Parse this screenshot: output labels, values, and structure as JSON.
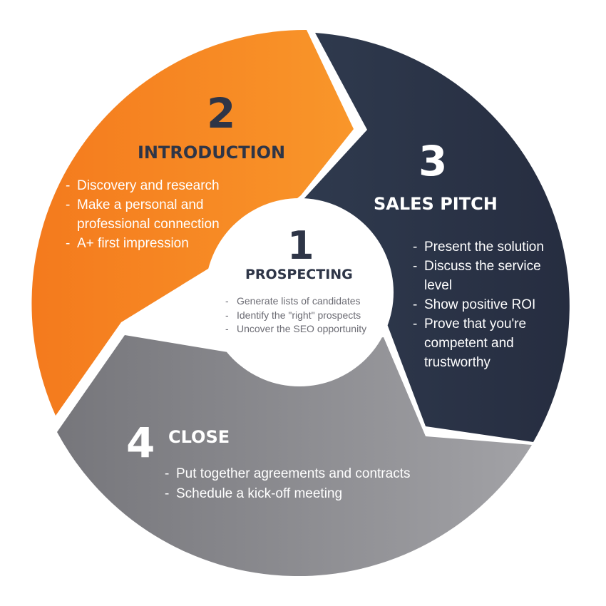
{
  "colors": {
    "introduction": "#f7831c",
    "sales_pitch": "#2e3547",
    "close": "#8b8b90",
    "prospecting_circle": "#ffffff",
    "dark_text": "#2e3547"
  },
  "steps": [
    {
      "number": "1",
      "title": "PROSPECTING",
      "bullets": [
        "Generate lists of candidates",
        "Identify the \"right\" prospects",
        "Uncover the SEO opportunity"
      ]
    },
    {
      "number": "2",
      "title": "INTRODUCTION",
      "bullets": [
        "Discovery and research",
        "Make a personal and professional connection",
        "A+ first impression"
      ]
    },
    {
      "number": "3",
      "title": "SALES PITCH",
      "bullets": [
        "Present the solution",
        "Discuss the service level",
        "Show positive ROI",
        "Prove that you're competent and trustworthy"
      ]
    },
    {
      "number": "4",
      "title": "CLOSE",
      "bullets": [
        "Put together agreements and contracts",
        "Schedule a kick-off meeting"
      ]
    }
  ]
}
